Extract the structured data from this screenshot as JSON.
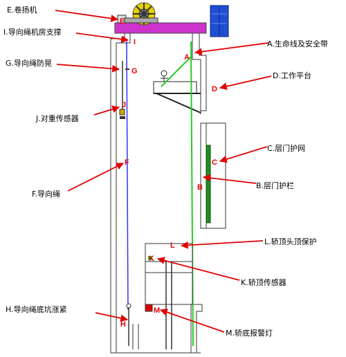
{
  "captions": {
    "E": "E.卷扬机",
    "I": "I.导向绳机房支撑",
    "G": "G.导向绳防晃",
    "J": "J.对重传感器",
    "F": "F.导向绳",
    "H": "H.导向绳底坑涨紧",
    "A": "A.生命线及安全带",
    "D": "D.工作平台",
    "C": "C.层门护网",
    "B": "B.层门护栏",
    "L": "L.轿顶头顶保护",
    "K": "K.轿顶传感器",
    "M": "M.轿底报警灯"
  },
  "markers": {
    "E": "E",
    "I": "I",
    "A": "A",
    "G": "G",
    "D": "D",
    "J": "J",
    "F": "F",
    "C": "C",
    "B": "B",
    "L": "L",
    "K": "K",
    "M": "M",
    "H": "H"
  },
  "colors": {
    "marker": "#e00000",
    "arrow": "#e00000",
    "lifeline": "#22cc22",
    "guide_rope": "#3030ff",
    "machine_room": "#cc33cc",
    "winch": "#e8d000",
    "cabinet": "#1f4fd1",
    "gate_net": "#1f8f1f",
    "alarm_lamp": "#e00000"
  }
}
